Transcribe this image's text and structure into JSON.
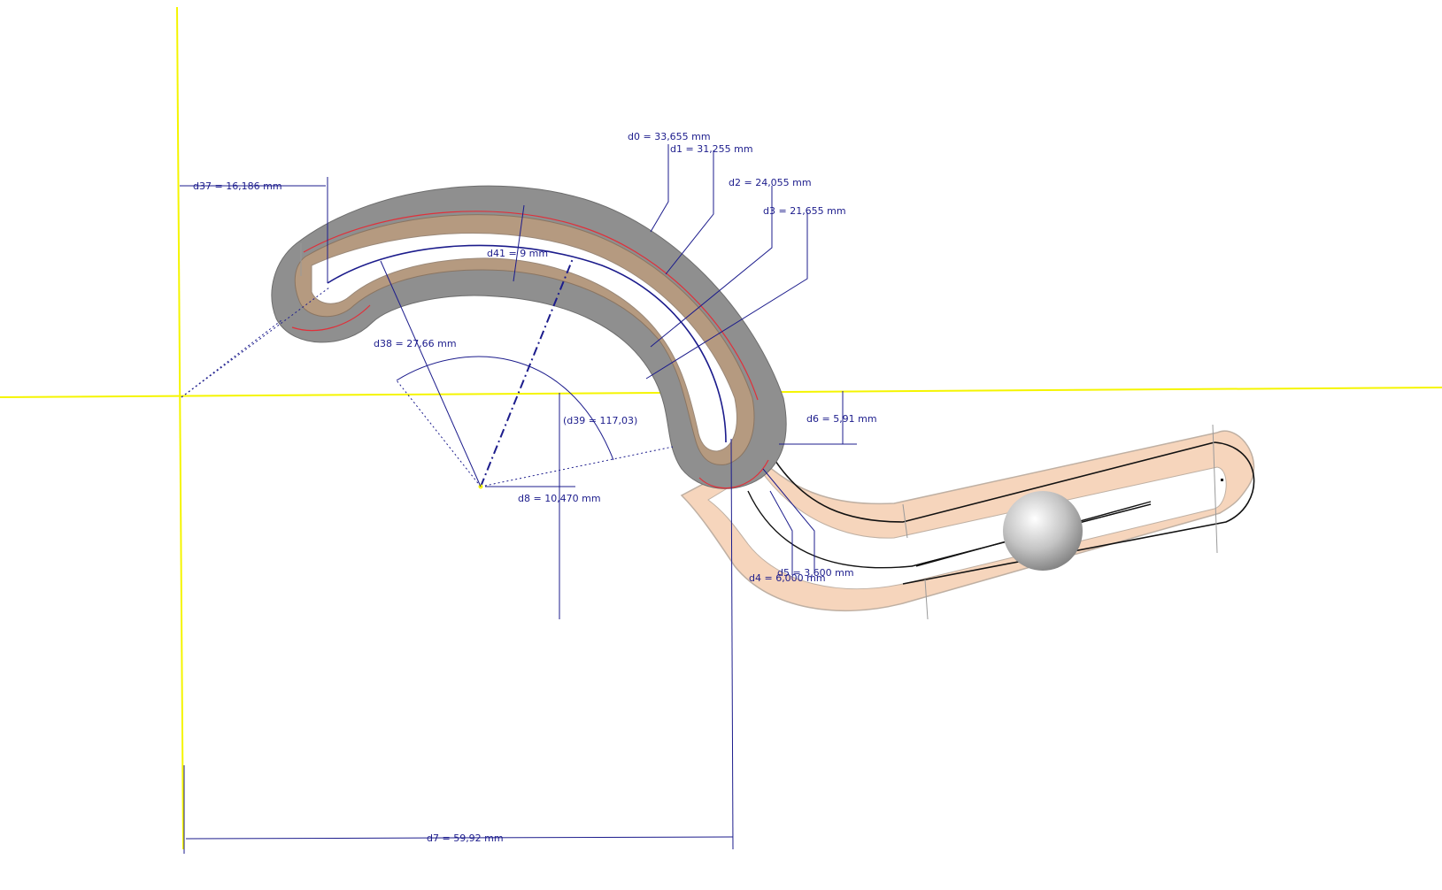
{
  "colors": {
    "axis": "#f5f500",
    "dimension": "#1c1c8c",
    "track_dark_outer": "#8f8f8f",
    "track_dark_inner": "#b59a80",
    "track_light": "#f6d5bc",
    "track_edge": "#bfb0a3",
    "red_line": "#e0303a"
  },
  "dimensions": {
    "d0": "d0 = 33,655 mm",
    "d1": "d1 = 31,255 mm",
    "d2": "d2 = 24,055 mm",
    "d3": "d3 = 21,655 mm",
    "d37": "d37 = 16,186 mm",
    "d41": "d41 = 9 mm",
    "d38": "d38 = 27,66 mm",
    "d39": "(d39 = 117,03)",
    "d6": "d6 = 5,91 mm",
    "d8": "d8 = 10,470 mm",
    "d5": "d5 = 3,600 mm",
    "d4": "d4 = 6,000 mm",
    "d7": "d7 = 59,92 mm"
  },
  "objects": {
    "ball": "sphere"
  }
}
